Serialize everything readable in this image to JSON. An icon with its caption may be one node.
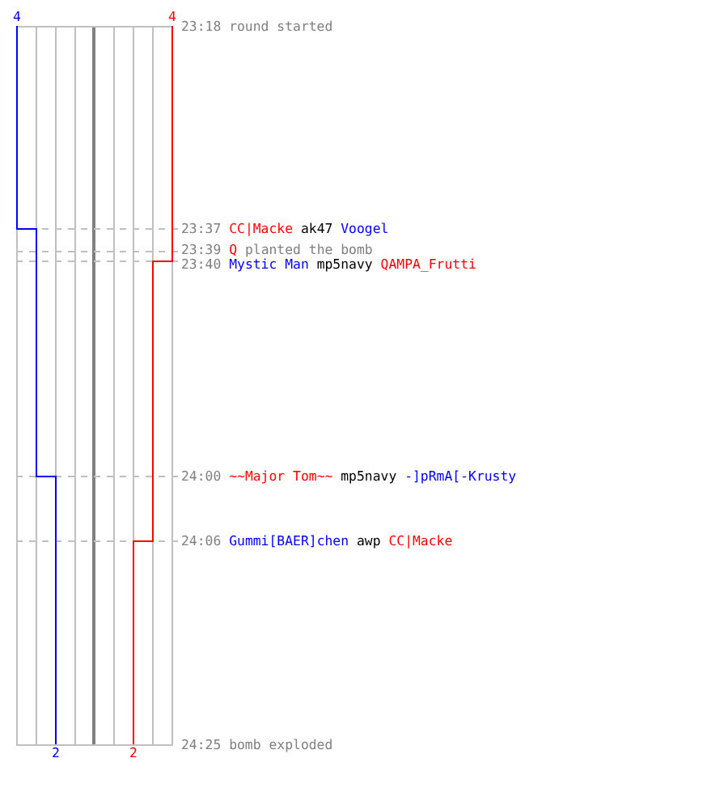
{
  "diagram": {
    "labels": [
      "4",
      "4",
      "23:18 round started",
      "23:37",
      "CC|Macke",
      "ak47",
      "Voogel",
      "23:39",
      "Q",
      "planted the bomb",
      "23:40",
      "Mystic Man",
      "mp5navy",
      "QAMPA_Frutti",
      "24:00",
      "~~Major Tom~~",
      "mp5navy",
      "-]pRmA[-Krusty",
      "24:06",
      "Gummi[BAER]chen",
      "awp",
      "CC|Macke",
      "24:25 bomb exploded",
      "2",
      "2"
    ]
  }
}
